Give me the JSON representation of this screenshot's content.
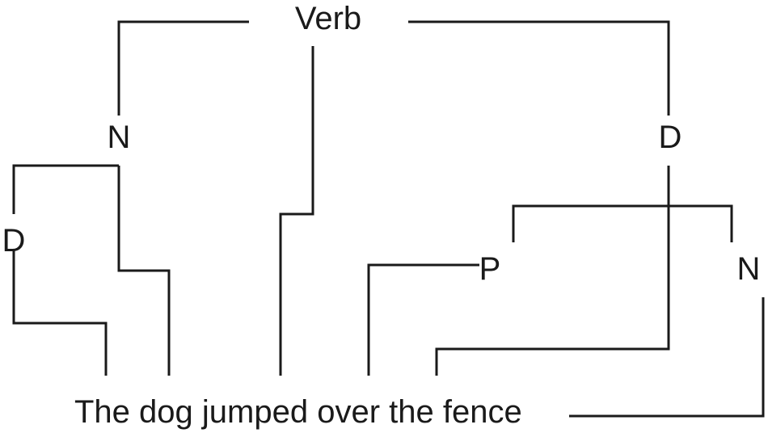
{
  "diagram": {
    "nodes": {
      "verb": "Verb",
      "noun_subject": "N",
      "determiner_subject": "D",
      "determiner_object": "D",
      "preposition": "P",
      "noun_object": "N"
    },
    "sentence": "The dog jumped over the fence"
  }
}
